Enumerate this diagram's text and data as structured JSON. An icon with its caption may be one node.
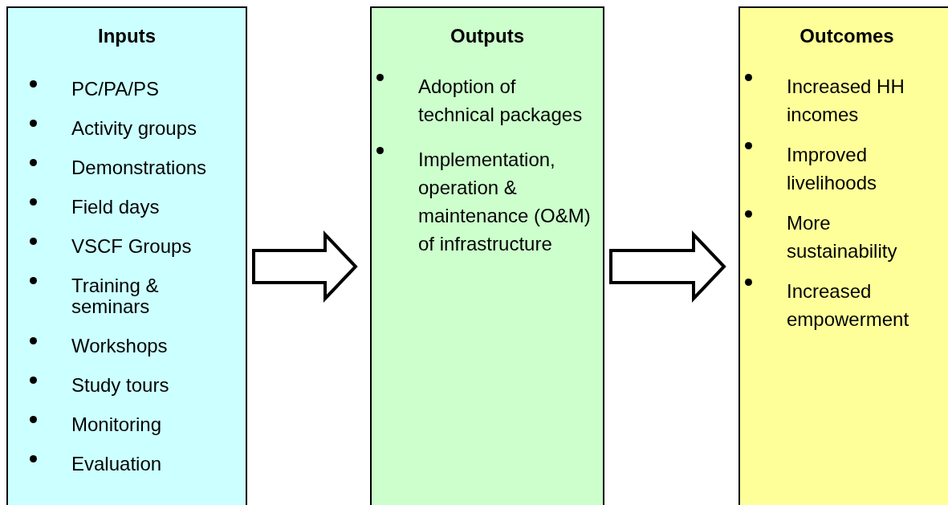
{
  "diagram": {
    "nodes": [
      {
        "text": [
          "Inputs",
          "PC/PA/PS",
          "Activity groups",
          "Demonstrations",
          "Field days",
          "VSCF Groups",
          "Training & seminars",
          "Workshops",
          "Study tours",
          "Monitoring",
          "Evaluation"
        ]
      },
      {
        "text": [
          "Outputs",
          "Adoption of technical packages",
          "Implementation, operation & maintenance (O&M) of infrastructure"
        ]
      },
      {
        "text": [
          "Outcomes",
          "Increased HH incomes",
          "Improved livelihoods",
          "More sustainability",
          "Increased empowerment"
        ]
      }
    ],
    "edges": [
      {
        "from": 0,
        "to": 1,
        "arrow": "to"
      },
      {
        "from": 1,
        "to": 2,
        "arrow": "to"
      }
    ]
  }
}
